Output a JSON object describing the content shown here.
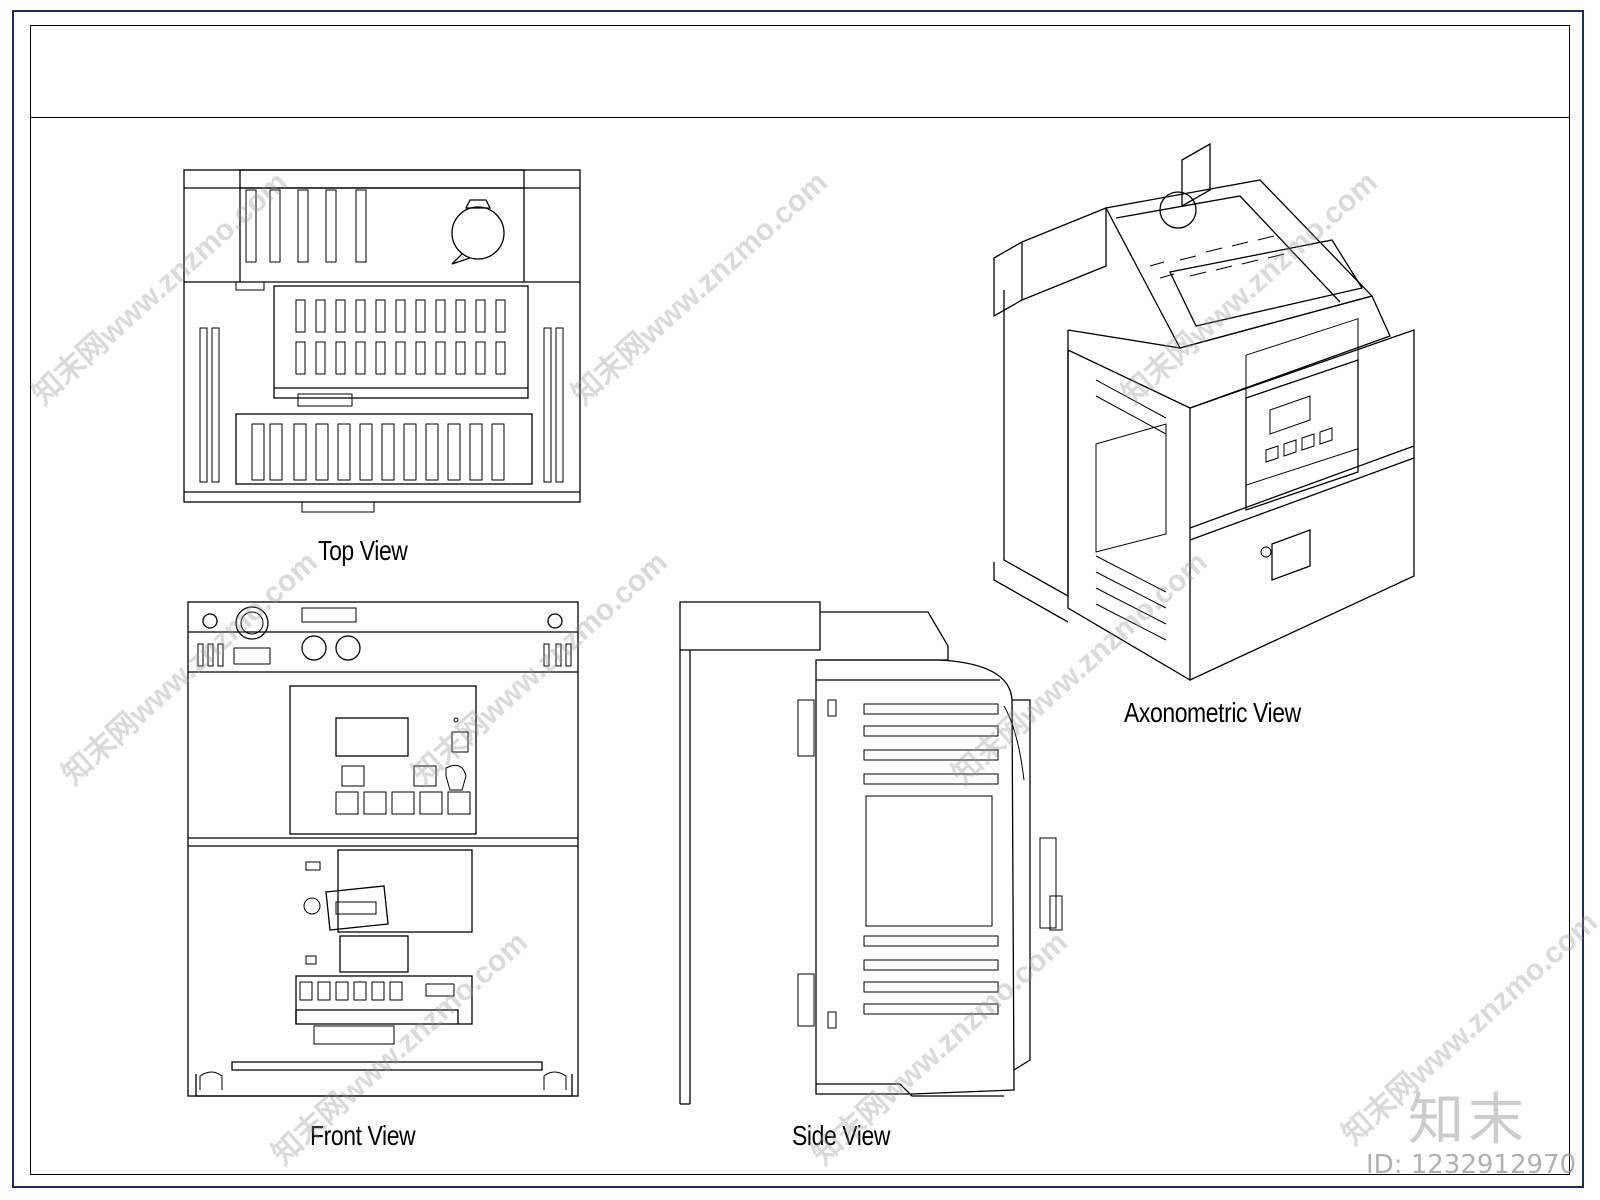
{
  "views": {
    "top": "Top View",
    "front": "Front View",
    "side": "Side View",
    "axonometric": "Axonometric View"
  },
  "watermark": {
    "site": "知末网www.znzmo.com",
    "brand": "知末",
    "id": "ID: 1232912970"
  }
}
